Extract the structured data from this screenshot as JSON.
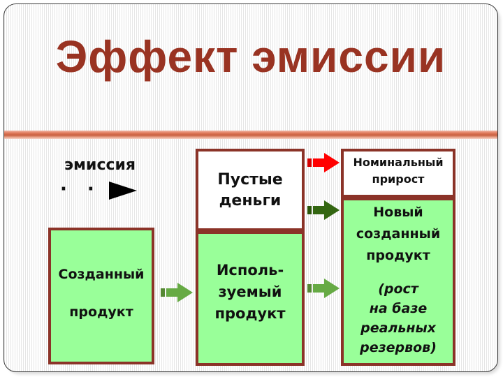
{
  "title": "Эффект эмиссии",
  "emission": {
    "label": "эмиссия",
    "dots": "· · ·"
  },
  "boxes": {
    "created": {
      "line1": "Созданный",
      "line2": "продукт"
    },
    "empty_money": {
      "line1": "Пустые",
      "line2": "деньги"
    },
    "used": {
      "line1": "Исполь-",
      "line2": "зуемый",
      "line3": "продукт"
    },
    "nominal": {
      "line1": "Номинальный",
      "line2": "прирост"
    },
    "new_product": {
      "line1": "Новый",
      "line2": "созданный",
      "line3": "продукт",
      "note1": "(рост",
      "note2": "на базе",
      "note3": "реальных",
      "note4": "резервов)"
    }
  },
  "colors": {
    "title": "#993322",
    "box_border": "#8b3328",
    "green_fill": "#99ff99",
    "arrow_red": "#ff0000",
    "arrow_dark_green": "#2e5e0a",
    "arrow_light_green": "#66aa44"
  },
  "arrows": [
    "emission-arrow",
    "red-arrow",
    "dark-green-arrow",
    "light-green-arrow"
  ]
}
